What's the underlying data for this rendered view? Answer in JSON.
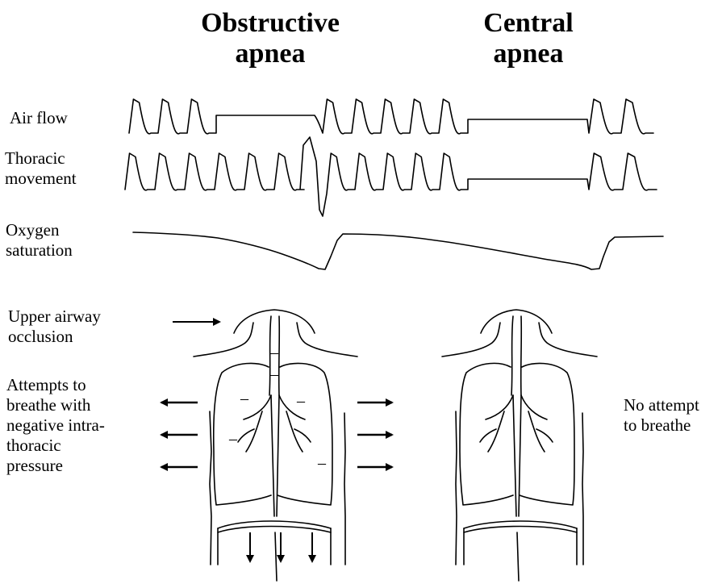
{
  "titles": {
    "obstructive_line1": "Obstructive",
    "obstructive_line2": "apnea",
    "central_line1": "Central",
    "central_line2": "apnea"
  },
  "signals": {
    "air_flow": "Air flow",
    "thoracic_line1": "Thoracic",
    "thoracic_line2": "movement",
    "oxygen_line1": "Oxygen",
    "oxygen_line2": "saturation"
  },
  "annotations": {
    "upper_airway_line1": "Upper airway",
    "upper_airway_line2": "occlusion",
    "attempts_line1": "Attempts to",
    "attempts_line2": "breathe with",
    "attempts_line3": "negative intra-",
    "attempts_line4": "thoracic",
    "attempts_line5": "pressure",
    "no_attempt_line1": "No attempt",
    "no_attempt_line2": "to breathe"
  },
  "pressure_sign": "–"
}
